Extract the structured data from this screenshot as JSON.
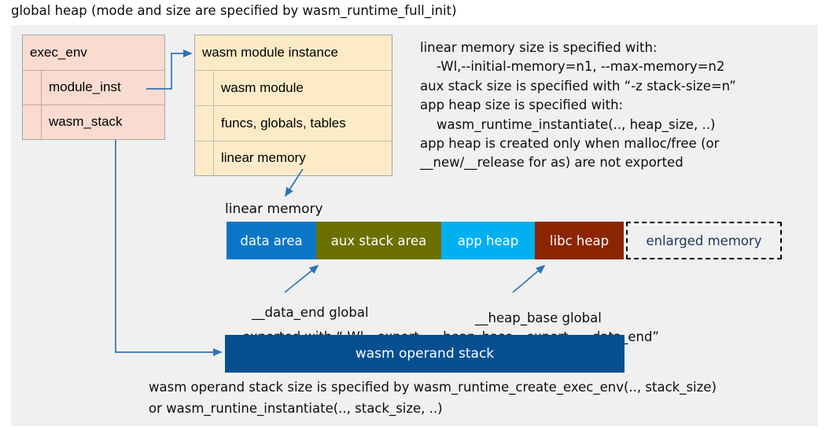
{
  "title": "global heap (mode and size are specified by wasm_runtime_full_init)",
  "colors": {
    "page_background": "#ffffff",
    "panel_background": "#f0f0f0",
    "exec_env_fill": "#fadbd0",
    "module_instance_fill": "#fdebc8",
    "data_area": "#0b76c8",
    "aux_stack_area": "#6b7000",
    "app_heap": "#00b0f0",
    "libc_heap": "#8b2500",
    "enlarged_memory_text": "#1f3864",
    "operand_stack": "#054f91",
    "connector": "#2e75b6"
  },
  "exec_env": {
    "name": "exec-env",
    "header": "exec_env",
    "fields": [
      {
        "label": "module_inst"
      },
      {
        "label": "wasm_stack"
      }
    ]
  },
  "module_instance": {
    "name": "wasm-module-instance",
    "header": "wasm module instance",
    "fields": [
      {
        "label": "wasm module"
      },
      {
        "label": "funcs, globals, tables"
      },
      {
        "label": "linear memory"
      }
    ]
  },
  "notes": {
    "linear_memory": "linear memory size is specified with:\n    -Wl,--initial-memory=n1, --max-memory=n2\naux stack size is specified with “-z stack-size=n”\napp heap size is specified with:\n    wasm_runtime_instantiate(.., heap_size, ..)\napp heap is created only when malloc/free (or\n__new/__release for as) are not exported",
    "operand_stack": "wasm operand stack size is specified by wasm_runtime_create_exec_env(.., stack_size)\nor wasm_runtine_instantiate(.., stack_size, ..)"
  },
  "linear_memory": {
    "caption": "linear memory",
    "segments": [
      {
        "label": "data area",
        "color": "#0b76c8",
        "width": 114
      },
      {
        "label": "aux stack area",
        "color": "#6b7000",
        "width": 159
      },
      {
        "label": "app heap",
        "color": "#00b0f0",
        "width": 119
      },
      {
        "label": "libc heap",
        "color": "#8b2500",
        "width": 113
      },
      {
        "label": "enlarged memory",
        "color": "#f0f0f0",
        "width": 198
      }
    ]
  },
  "annotations": {
    "data_end": "__data_end global",
    "heap_base": "__heap_base global",
    "exported": "exported with “-Wl,--export=__heap_base,--export=__data_end”"
  },
  "operand_stack": {
    "label": "wasm operand stack"
  }
}
